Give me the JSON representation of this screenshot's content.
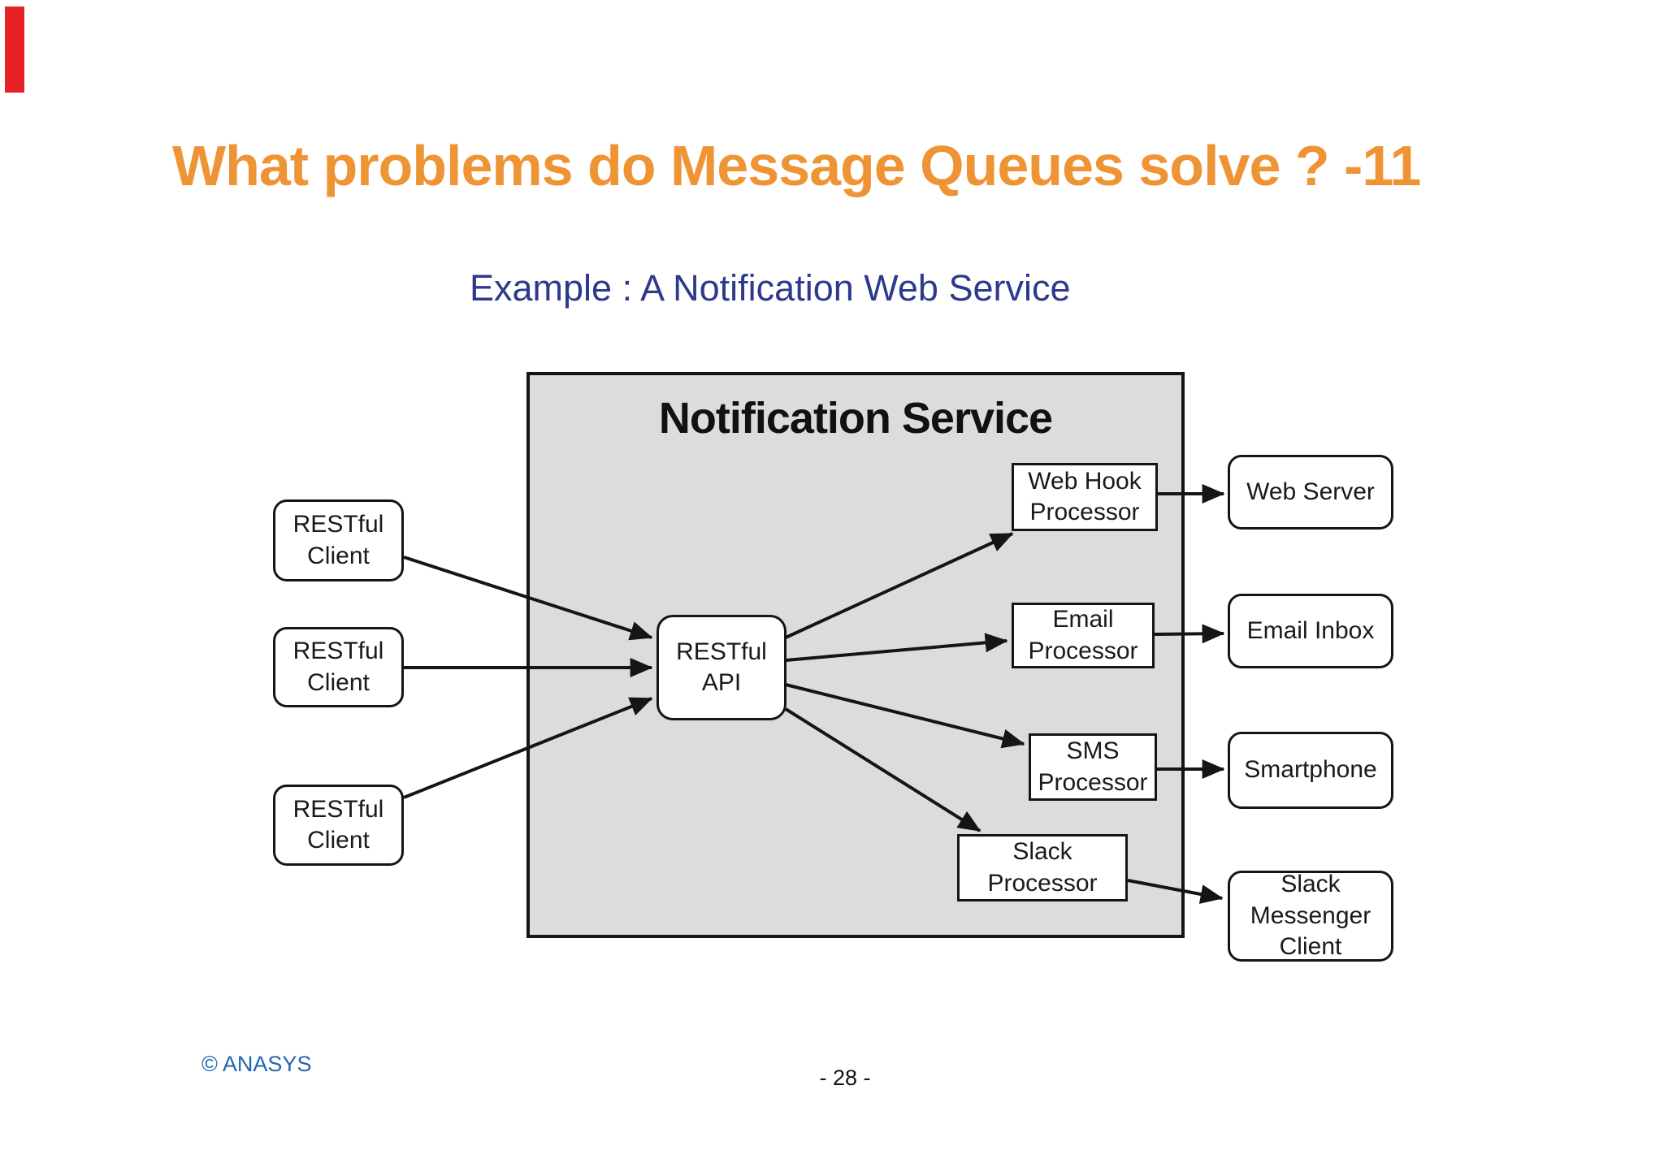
{
  "slide": {
    "title": "What problems do Message Queues solve ? -11",
    "subtitle": "Example : A Notification Web Service",
    "footer_copyright": "© ANASYS",
    "footer_page": "- 28 -"
  },
  "diagram": {
    "container_label": "Notification Service",
    "clients": [
      {
        "label": "RESTful\nClient"
      },
      {
        "label": "RESTful\nClient"
      },
      {
        "label": "RESTful\nClient"
      }
    ],
    "api": {
      "label": "RESTful\nAPI"
    },
    "processors": [
      {
        "label": "Web Hook\nProcessor"
      },
      {
        "label": "Email\nProcessor"
      },
      {
        "label": "SMS\nProcessor"
      },
      {
        "label": "Slack\nProcessor"
      }
    ],
    "endpoints": [
      {
        "label": "Web Server"
      },
      {
        "label": "Email Inbox"
      },
      {
        "label": "Smartphone"
      },
      {
        "label": "Slack\nMessenger\nClient"
      }
    ]
  },
  "colors": {
    "title_orange": "#ef9434",
    "subtitle_navy": "#2d3a8c",
    "footer_blue": "#2166b2",
    "container_gray": "#dcdcdc",
    "accent_red": "#e82127",
    "line_black": "#151515"
  }
}
